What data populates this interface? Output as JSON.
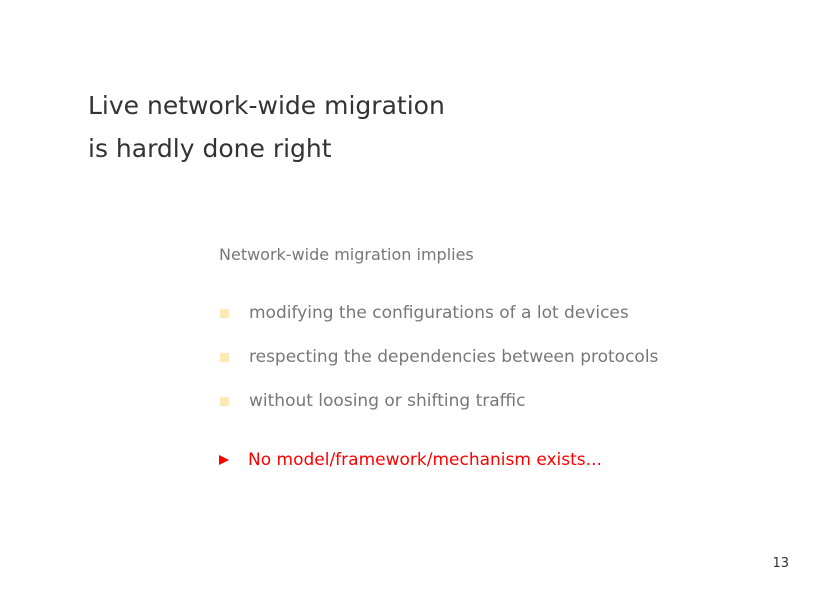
{
  "slide": {
    "title_line1": "Live network-wide migration",
    "title_line2": "is hardly done right",
    "intro": "Network-wide migration implies",
    "bullets": [
      "modifying the configurations of a lot devices",
      "respecting the dependencies between protocols",
      "without loosing or shifting traffic"
    ],
    "conclusion": "No model/framework/mechanism exists...",
    "page_number": "13"
  },
  "colors": {
    "bullet": "#fce9b3",
    "accent": "#ff0000"
  }
}
